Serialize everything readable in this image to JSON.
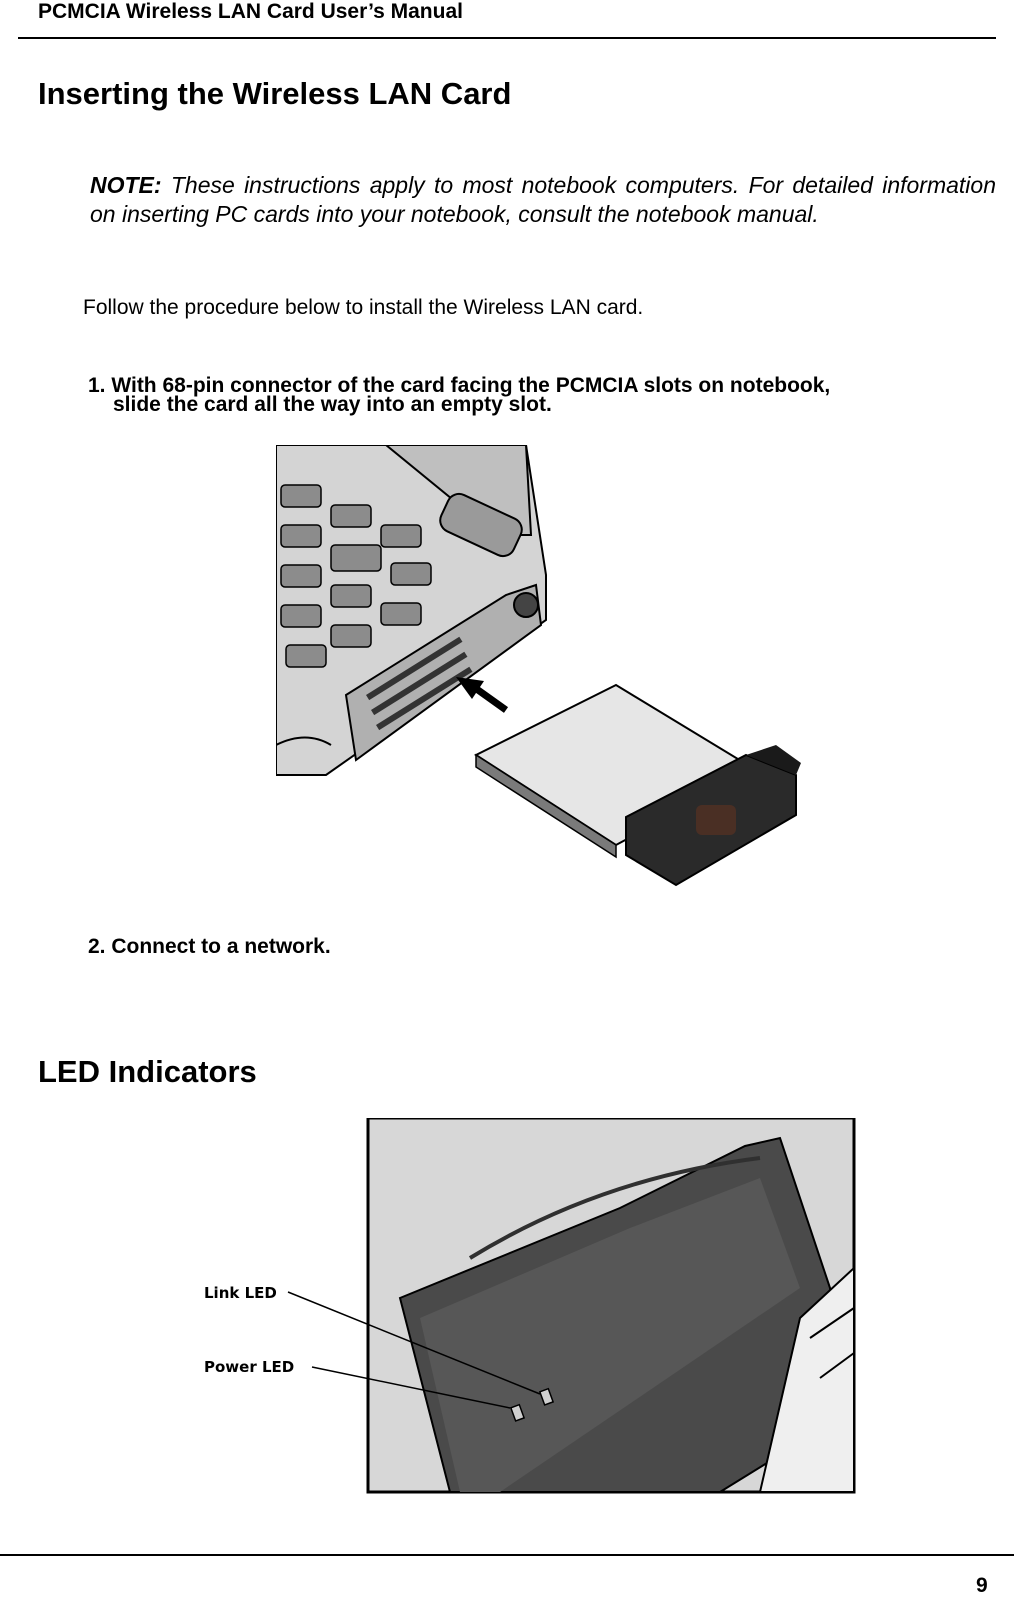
{
  "header": {
    "title": "PCMCIA Wireless LAN Card User’s Manual"
  },
  "section1": {
    "title": "Inserting the Wireless LAN Card",
    "note_label": "NOTE:",
    "note_text": " These instructions apply to most notebook computers.  For detailed information on inserting PC cards into your notebook, consult the notebook manual.",
    "intro": "Follow the procedure below to install the Wireless LAN card.",
    "step1_line1": "1. With 68-pin connector of the card facing the PCMCIA slots on notebook,",
    "step1_line2": "slide the card all the way into an empty slot.",
    "step2": "2. Connect to a network."
  },
  "section2": {
    "title": "LED Indicators",
    "link_led_label": "Link LED",
    "power_led_label": "Power LED"
  },
  "footer": {
    "page_number": "9"
  }
}
